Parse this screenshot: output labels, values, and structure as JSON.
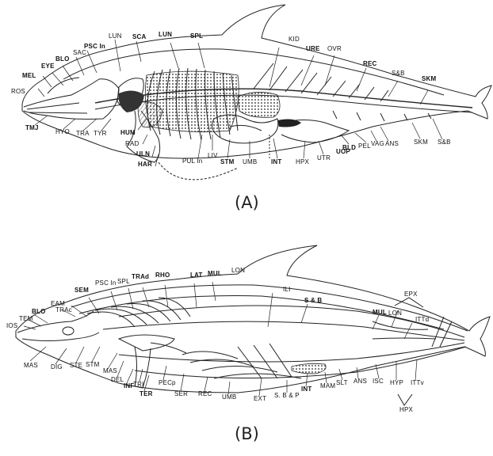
{
  "panel_a": {
    "caption": "(A)",
    "labels": {
      "ROS": "ROS",
      "MEL": "MEL",
      "EYE": "EYE",
      "BLO": "BLO",
      "SAC": "SAC",
      "PSC": "PSC In",
      "LUN1": "LUN",
      "SCA": "SCA",
      "LUN2": "LUN",
      "SPL": "SPL",
      "KID": "KID",
      "URE": "URE",
      "OVR": "OVR",
      "REC": "REC",
      "SB1": "S&B",
      "SKM1": "SKM",
      "TMJ": "TMJ",
      "HYO": "HYO",
      "TRA": "TRA",
      "TYR": "TYR",
      "HUM": "HUM",
      "RAD": "RAD",
      "ULN": "ULN",
      "HAR": "HAR",
      "PUL": "PUL In",
      "LIV": "LIV",
      "STM": "STM",
      "UMB": "UMB",
      "INT": "INT",
      "HPX": "HPX",
      "UTR": "UTR",
      "UOP": "UOP",
      "BLD": "BLD",
      "PEL": "PEL",
      "VAG": "VAG",
      "ANS": "ANS",
      "SKM2": "SKM",
      "SB2": "S&B"
    }
  },
  "panel_b": {
    "caption": "(B)",
    "labels": {
      "TRAc": "TRAc",
      "SEM": "SEM",
      "PSC": "PSC In",
      "SPL": "SPL",
      "TRAd": "TRAd",
      "RHO": "RHO",
      "LAT": "LAT",
      "MUL1": "MUL",
      "LON1": "LON",
      "ILI": "ILI",
      "SB": "S & B",
      "EPX": "EPX",
      "EAM": "EAM",
      "BLO": "BLO",
      "TEM": "TEM",
      "IOS": "IOS",
      "MUL2": "MUL",
      "LON2": "LON",
      "ITTd": "ITTd",
      "MAS1": "MAS",
      "DIG": "DIG",
      "STE": "STE",
      "STM": "STM",
      "MAS2": "MAS",
      "DEL": "DEL",
      "INF": "INF",
      "TRI": "TRI",
      "TER": "TER",
      "PECp": "PECp",
      "SER": "SER",
      "REC": "REC",
      "UMB": "UMB",
      "EXT": "EXT",
      "SBP": "S. B & P",
      "INT": "INT",
      "MAM": "MAM",
      "SLT": "SLT",
      "ANS": "ANS",
      "ISC": "ISC",
      "HYP": "HYP",
      "ITTv": "ITTv",
      "HPX": "HPX"
    }
  }
}
